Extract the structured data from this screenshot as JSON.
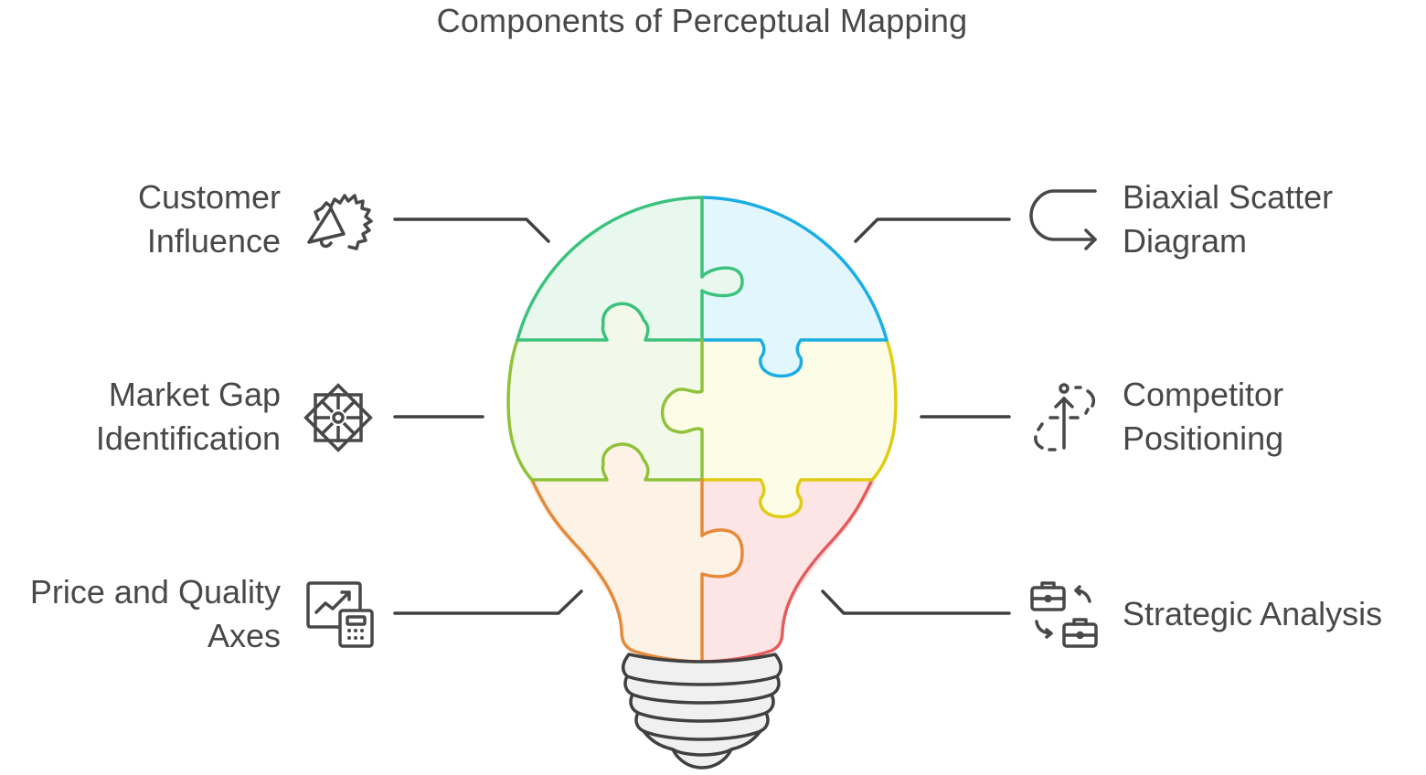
{
  "title": "Components of Perceptual Mapping",
  "colors": {
    "text": "#484848",
    "connector": "#404040",
    "green": "#3cc27c",
    "blue": "#1aaee3",
    "lime": "#8fc23a",
    "yellow": "#e0cc10",
    "orange": "#e5893a",
    "red": "#e35d5d",
    "base": "#f0f0f0"
  },
  "items": [
    {
      "id": "customer-influence",
      "side": "left",
      "lines": [
        "Customer",
        "Influence"
      ],
      "icon": "megaphone-badge-icon",
      "piece_color": "green"
    },
    {
      "id": "market-gap-identification",
      "side": "left",
      "lines": [
        "Market Gap",
        "Identification"
      ],
      "icon": "octagram-arrows-icon",
      "piece_color": "lime"
    },
    {
      "id": "price-and-quality-axes",
      "side": "left",
      "lines": [
        "Price and Quality",
        "Axes"
      ],
      "icon": "chart-calculator-icon",
      "piece_color": "orange"
    },
    {
      "id": "biaxial-scatter-diagram",
      "side": "right",
      "lines": [
        "Biaxial Scatter",
        "Diagram"
      ],
      "icon": "u-turn-arrow-icon",
      "piece_color": "blue"
    },
    {
      "id": "competitor-positioning",
      "side": "right",
      "lines": [
        "Competitor",
        "Positioning"
      ],
      "icon": "dashed-path-arrow-icon",
      "piece_color": "yellow"
    },
    {
      "id": "strategic-analysis",
      "side": "right",
      "lines": [
        "Strategic Analysis"
      ],
      "icon": "briefcase-swap-icon",
      "piece_color": "red"
    }
  ]
}
